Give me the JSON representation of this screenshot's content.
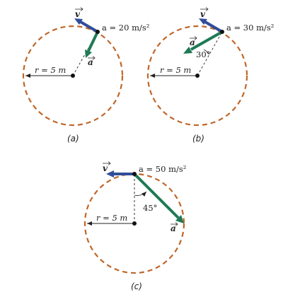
{
  "colors": {
    "circle": "#c0662a",
    "velocity": "#2f4d9a",
    "acceleration": "#1e7a55",
    "line": "#222222"
  },
  "panels": [
    {
      "id": "a",
      "caption": "(a)",
      "accel_label": "a = 20 m/s²",
      "radius_label": "r = 5 m",
      "velocity_symbol": "v",
      "accel_symbol": "a",
      "angle_label": ""
    },
    {
      "id": "b",
      "caption": "(b)",
      "accel_label": "a = 30 m/s²",
      "radius_label": "r = 5 m",
      "velocity_symbol": "v",
      "accel_symbol": "a",
      "angle_label": "30°"
    },
    {
      "id": "c",
      "caption": "(c)",
      "accel_label": "a = 50 m/s²",
      "radius_label": "r = 5 m",
      "velocity_symbol": "v",
      "accel_symbol": "a",
      "angle_label": "45°"
    }
  ]
}
